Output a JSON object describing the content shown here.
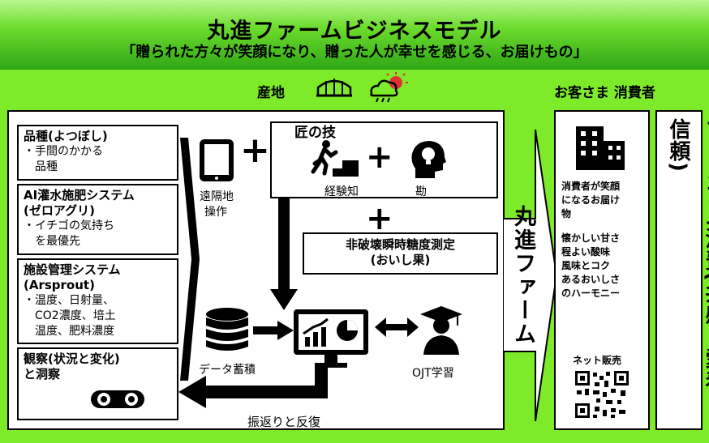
{
  "header": {
    "title": "丸進ファームビジネスモデル",
    "subtitle": "「贈られた方々が笑顔になり、贈った人が幸せを感じる、お届けもの」"
  },
  "labels": {
    "production_site": "産地",
    "customer": "お客さま 消費者"
  },
  "left_boxes": [
    {
      "title": "品種(よつぼし)",
      "lines": [
        "・手間のかかる",
        "品種"
      ]
    },
    {
      "title": "AI灌水施肥システム",
      "title2": "(ゼロアグリ)",
      "lines": [
        "・イチゴの気持ち",
        "を最優先"
      ]
    },
    {
      "title": "施設管理システム",
      "title2": "(Arsprout)",
      "lines": [
        "・温度、日射量、",
        "CO2濃度、培土",
        "温度、肥料濃度"
      ]
    },
    {
      "title": "観察(状況と変化)",
      "title2": "と洞察"
    }
  ],
  "center": {
    "remote_label_1": "遠隔地",
    "remote_label_2": "操作",
    "craft_title": "匠の技",
    "experience": "経験知",
    "intuition": "勘",
    "plus": "+",
    "sugar_title": "非破壊瞬時糖度測定",
    "sugar_sub": "(おいし果)",
    "data_storage": "データ蓄積",
    "ojt": "OJT学習",
    "review": "振返りと反復"
  },
  "arrow_label": "丸進ファーム",
  "customer_box": {
    "line1": "消費者が笑顔",
    "line2": "になるお届け",
    "line3": "物",
    "desc": [
      "懐かしい甘さ",
      "程よい酸味",
      "風味とコク",
      "あるおいしさ",
      "のハーモニー"
    ],
    "online": "ネット販売"
  },
  "premium": {
    "line1": "プレミアム消費",
    "line2": "(共感・愛着・信頼)"
  },
  "icons": [
    "greenhouse-icon",
    "weather-icon",
    "tablet-icon",
    "stair-climber-icon",
    "head-lightbulb-icon",
    "database-icon",
    "monitor-chart-icon",
    "graduate-icon",
    "binoculars-icon",
    "building-icon",
    "qr-code-icon"
  ]
}
